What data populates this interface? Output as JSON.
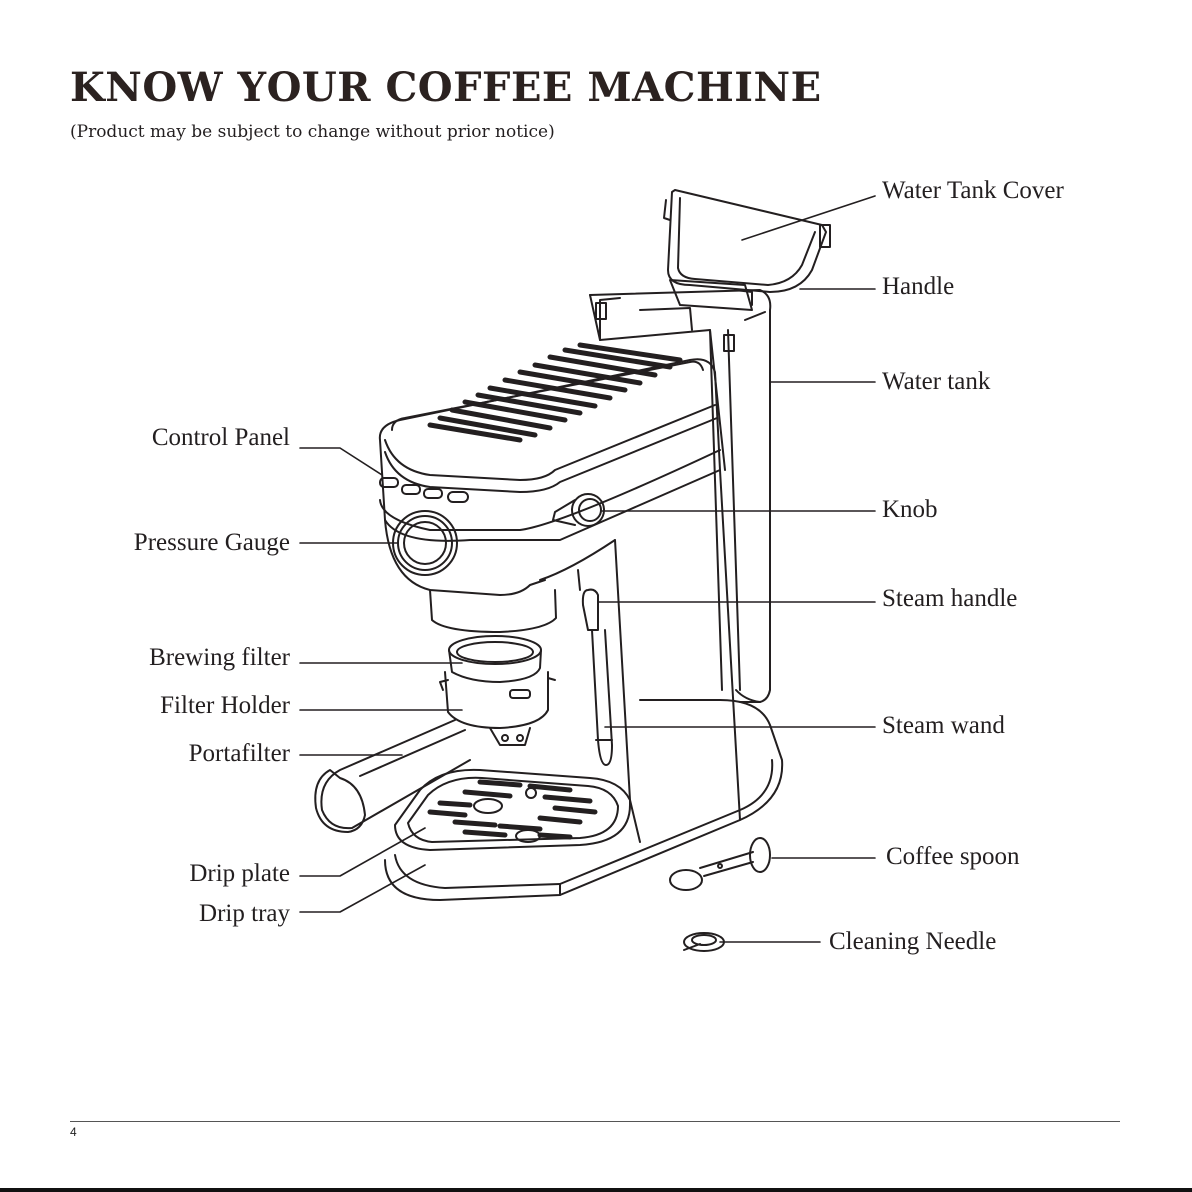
{
  "header": {
    "title": "KNOW YOUR COFFEE MACHINE",
    "subtitle": "(Product may be subject to change without prior notice)"
  },
  "labels": {
    "water_tank_cover": "Water Tank Cover",
    "handle": "Handle",
    "water_tank": "Water tank",
    "knob": "Knob",
    "steam_handle": "Steam handle",
    "steam_wand": "Steam wand",
    "coffee_spoon": "Coffee spoon",
    "cleaning_needle": "Cleaning Needle",
    "control_panel": "Control Panel",
    "pressure_gauge": "Pressure Gauge",
    "brewing_filter": "Brewing filter",
    "filter_holder": "Filter Holder",
    "portafilter": "Portafilter",
    "drip_plate": "Drip plate",
    "drip_tray": "Drip tray"
  },
  "footer": {
    "page_number": "4"
  }
}
